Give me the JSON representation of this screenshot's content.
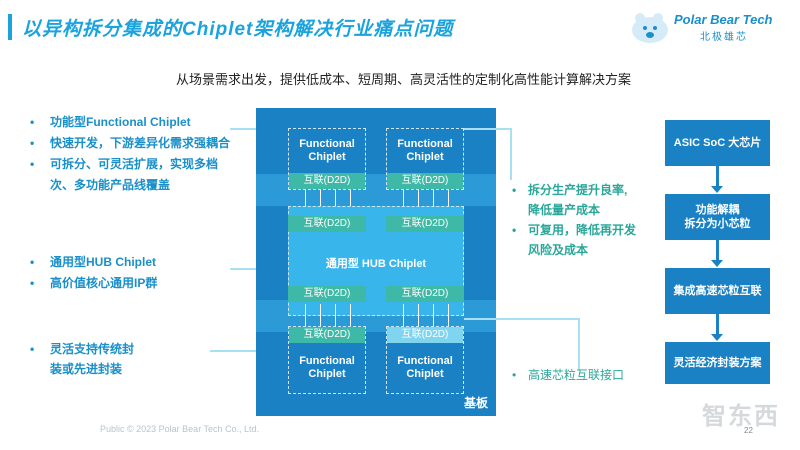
{
  "header": {
    "title": "以异构拆分集成的Chiplet架构解决行业痛点问题",
    "logo_text": "Polar Bear Tech",
    "logo_sub": "北极雄芯"
  },
  "subtitle": "从场景需求出发，提供低成本、短周期、高灵活性的定制化高性能计算解决方案",
  "left_group1": [
    "功能型Functional Chiplet",
    "快速开发，下游差异化需求强耦合",
    "可拆分、可灵活扩展，实现多档",
    "次、多功能产品线覆盖"
  ],
  "left_group2": [
    "通用型HUB Chiplet",
    "高价值核心通用IP群"
  ],
  "left_group3": [
    "灵活支持传统封",
    "装或先进封装"
  ],
  "diagram": {
    "functional_label": "Functional Chiplet",
    "functional_line1": "Functional",
    "functional_line2": "Chiplet",
    "d2d": "互联(D2D)",
    "hub": "通用型 HUB Chiplet",
    "substrate": "基板"
  },
  "right_group1": [
    "拆分生产提升良率,",
    "降低量产成本",
    "可复用，降低再开发",
    "风险及成本"
  ],
  "right_group2": "高速芯粒互联接口",
  "flow": [
    "ASIC SoC 大芯片",
    "功能解耦",
    "拆分为小芯粒",
    "集成高速芯粒互联",
    "灵活经济封装方案"
  ],
  "footer": "Public © 2023 Polar Bear Tech Co., Ltd.",
  "page_number": "22",
  "watermark": "智东西",
  "colors": {
    "accent": "#1aa3dc",
    "block": "#1a82c4",
    "hub": "#38b6ec",
    "d2d": "#3fb9a7",
    "text_green": "#2aa79a"
  }
}
